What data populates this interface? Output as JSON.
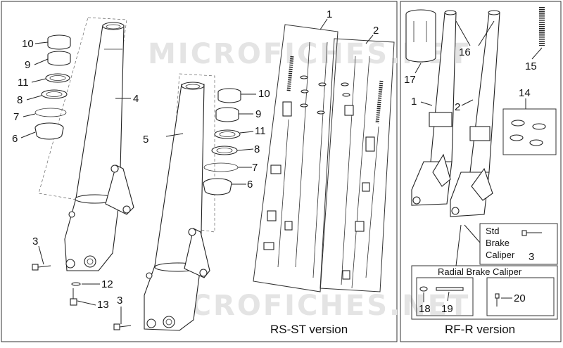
{
  "watermark": "MICROFICHES.NET",
  "versions": {
    "rs_st": "RS-ST version",
    "rf_r": "RF-R version"
  },
  "boxes": {
    "std_brake_caliper": [
      "Std",
      "Brake",
      "Caliper"
    ],
    "radial_brake_caliper": "Radial Brake Caliper"
  },
  "callouts": {
    "left_10": "10",
    "left_9": "9",
    "left_11": "11",
    "left_8": "8",
    "left_7": "7",
    "left_6": "6",
    "left_4": "4",
    "left_5": "5",
    "left_3a": "3",
    "left_12": "12",
    "left_13": "13",
    "left_3b": "3",
    "mid_10": "10",
    "mid_9": "9",
    "mid_11": "11",
    "mid_8": "8",
    "mid_7": "7",
    "mid_6": "6",
    "mid_1": "1",
    "mid_2": "2",
    "right_17": "17",
    "right_16": "16",
    "right_15": "15",
    "right_1": "1",
    "right_2": "2",
    "right_14": "14",
    "right_3": "3",
    "right_18": "18",
    "right_19": "19",
    "right_20": "20"
  }
}
